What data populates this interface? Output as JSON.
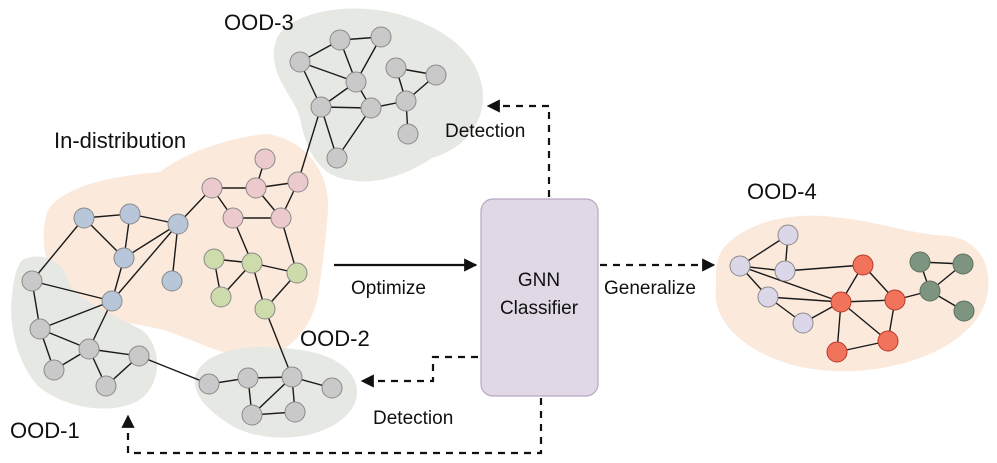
{
  "labels": {
    "in_distribution": "In-distribution",
    "ood1": "OOD-1",
    "ood2": "OOD-2",
    "ood3": "OOD-3",
    "ood4": "OOD-4",
    "optimize": "Optimize",
    "detection_top": "Detection",
    "detection_bottom": "Detection",
    "generalize": "Generalize",
    "classifier_line1": "GNN",
    "classifier_line2": "Classifier"
  },
  "colors": {
    "in_region": "#fbe9dc",
    "ood_region": "#e6e8e3",
    "classifier_box": "#e1d8e6",
    "classifier_border": "#b8a6c2",
    "node_blue": "#b7c6d9",
    "node_pink": "#ecc9cd",
    "node_green": "#cddcaa",
    "node_gray": "#c9c9c9",
    "node_lavender": "#dcd7e8",
    "node_red": "#f2735c",
    "node_darkgreen": "#7d9480"
  }
}
